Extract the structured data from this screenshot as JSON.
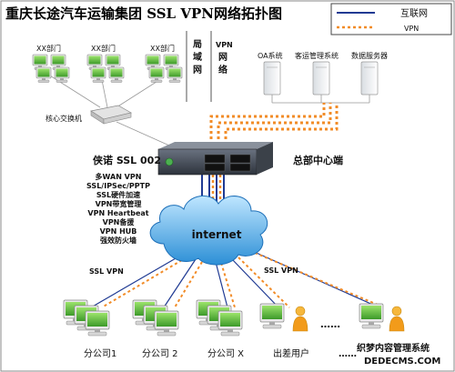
{
  "title": "重庆长途汽车运输集团 SSL VPN网络拓扑图",
  "legend": {
    "internet_label": "互联网",
    "vpn_label": "VPN",
    "colors": {
      "internet": "#1f3a93",
      "vpn": "#f28c28"
    }
  },
  "lan": {
    "groups": [
      "XX部门",
      "XX部门",
      "XX部门"
    ],
    "label_line1": "局",
    "label_line2": "域",
    "label_line3": "网",
    "switch_label": "核心交换机"
  },
  "vpn_net": {
    "label_line1": "VPN",
    "label_line2": "网",
    "label_line3": "络",
    "servers": [
      "OA系统",
      "客运管理系统",
      "数据服务器"
    ]
  },
  "device": {
    "brand": "侠诺 SSL 002",
    "features": [
      "多WAN VPN",
      "SSL/IPSec/PPTP",
      "SSL硬件加速",
      "VPN带宽管理",
      "VPN Heartbeat",
      "VPN备援",
      "VPN HUB",
      "强效防火墙"
    ],
    "hq_label": "总部中心端"
  },
  "internet": {
    "label": "internet"
  },
  "links": {
    "left": "SSL VPN",
    "right": "SSL VPN"
  },
  "branches": [
    "分公司1",
    "分公司 2",
    "分公司 X",
    "出差用户"
  ],
  "ellipsis": "……",
  "watermark": {
    "line1": "织梦内容管理系统",
    "line2": "DEDECMS.COM"
  }
}
